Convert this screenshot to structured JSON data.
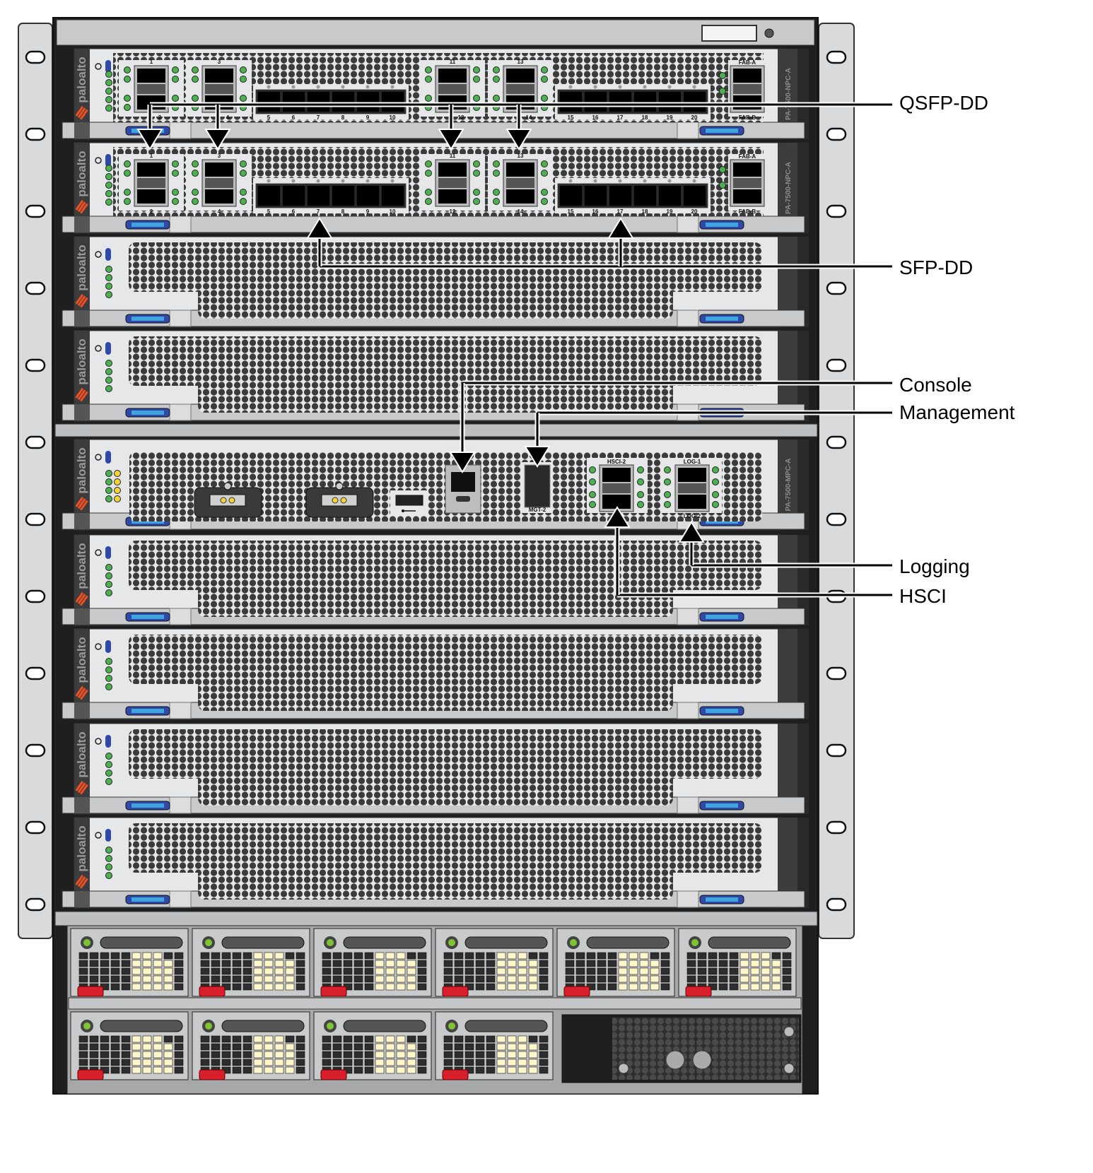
{
  "callouts": [
    {
      "label": "QSFP-DD"
    },
    {
      "label": "SFP-DD"
    },
    {
      "label": "Console"
    },
    {
      "label": "Management"
    },
    {
      "label": "Logging"
    },
    {
      "label": "HSCI"
    }
  ],
  "brand": {
    "logo_text": "paloalto"
  },
  "cards": {
    "npc": {
      "model": "PA-7500-NPC-A",
      "qsfp_top": [
        "1",
        "3",
        "11",
        "13"
      ],
      "qsfp_bottom": [
        "2",
        "4",
        "12",
        "14"
      ],
      "sfp_left": [
        "5",
        "6",
        "7",
        "8",
        "9",
        "10"
      ],
      "sfp_right": [
        "15",
        "16",
        "17",
        "18",
        "19",
        "20"
      ],
      "fab_top": "FAB-A",
      "fab_bottom": "FAB-B"
    },
    "mpc": {
      "model": "PA-7500-MPC-A",
      "mgt_label": "MGT-2",
      "hsci_label": "HSCI-2",
      "log_top": "LOG-1",
      "log_bottom": "LOG-2"
    },
    "slots": [
      "npc",
      "npc",
      "blank",
      "blank",
      "mpc",
      "blank",
      "blank",
      "blank",
      "blank"
    ]
  },
  "power_supplies": {
    "row1_count": 6,
    "row2_count": 4
  },
  "colors": {
    "led_green": "#4caf50",
    "led_yellow": "#f2d43a",
    "ejector_blue": "#2f49a8",
    "logo_orange": "#f04e23",
    "psu_latch_red": "#d7202b",
    "mesh_dark": "#3b3b3b",
    "panel_light": "#e6e7e8"
  }
}
